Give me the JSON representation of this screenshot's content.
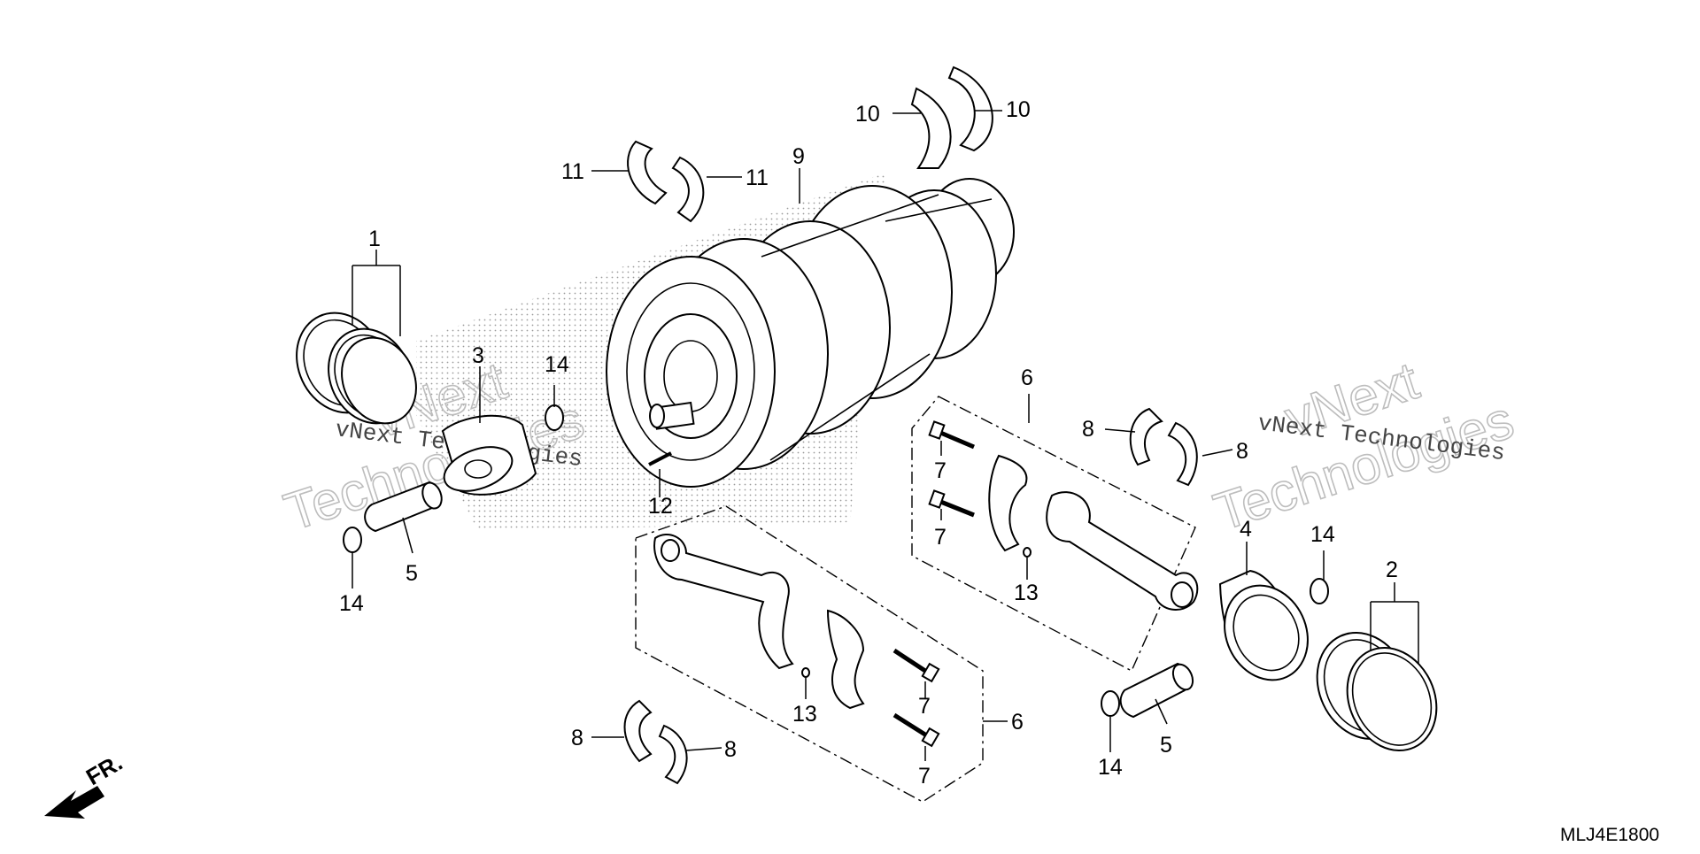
{
  "callouts": {
    "c1": "1",
    "c2": "2",
    "c3": "3",
    "c4": "4",
    "c5a": "5",
    "c5b": "5",
    "c6a": "6",
    "c6b": "6",
    "c7a": "7",
    "c7b": "7",
    "c7c": "7",
    "c7d": "7",
    "c8a": "8",
    "c8b": "8",
    "c8c": "8",
    "c8d": "8",
    "c9": "9",
    "c10a": "10",
    "c10b": "10",
    "c11a": "11",
    "c11b": "11",
    "c12": "12",
    "c13a": "13",
    "c13b": "13",
    "c14a": "14",
    "c14b": "14",
    "c14c": "14",
    "c14d": "14"
  },
  "front_label": "FR.",
  "diagram_code": "MLJ4E1800",
  "watermark": {
    "line1": "vNext Technologies",
    "big1": "vNext",
    "big2": "Technologies"
  }
}
